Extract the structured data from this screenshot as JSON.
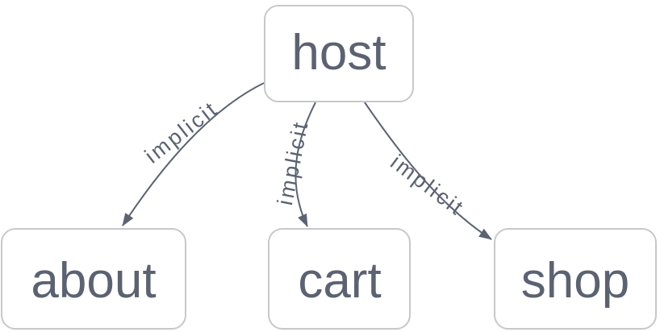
{
  "diagram": {
    "type": "graph",
    "direction": "top-down",
    "nodes": [
      {
        "id": "host",
        "label": "host"
      },
      {
        "id": "about",
        "label": "about"
      },
      {
        "id": "cart",
        "label": "cart"
      },
      {
        "id": "shop",
        "label": "shop"
      }
    ],
    "edges": [
      {
        "from": "host",
        "to": "about",
        "label": "implicit"
      },
      {
        "from": "host",
        "to": "cart",
        "label": "implicit"
      },
      {
        "from": "host",
        "to": "shop",
        "label": "implicit"
      }
    ],
    "colors": {
      "background": "#ffffff",
      "node_fill": "#ffffff",
      "node_border": "#c7c8ca",
      "node_text": "#5b6272",
      "edge_stroke": "#5b6272",
      "edge_label_text": "#5b6272",
      "arrowhead": "#5b6272"
    }
  }
}
